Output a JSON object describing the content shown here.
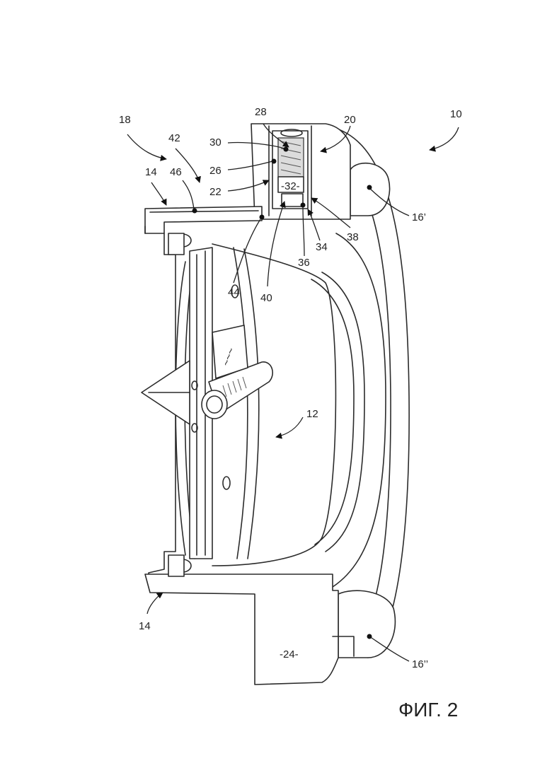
{
  "figure": {
    "caption": "ФИГ. 2",
    "labels": {
      "l10": "10",
      "l12": "12",
      "l14a": "14",
      "l14b": "14",
      "l16a": "16’",
      "l16b": "16’’",
      "l18": "18",
      "l20": "20",
      "l22": "22",
      "l24": "-24-",
      "l26": "26",
      "l28": "28",
      "l30": "30",
      "l32": "-32-",
      "l34": "34",
      "l36": "36",
      "l38": "38",
      "l40": "40",
      "l42": "42",
      "l44": "44",
      "l46": "46"
    }
  }
}
